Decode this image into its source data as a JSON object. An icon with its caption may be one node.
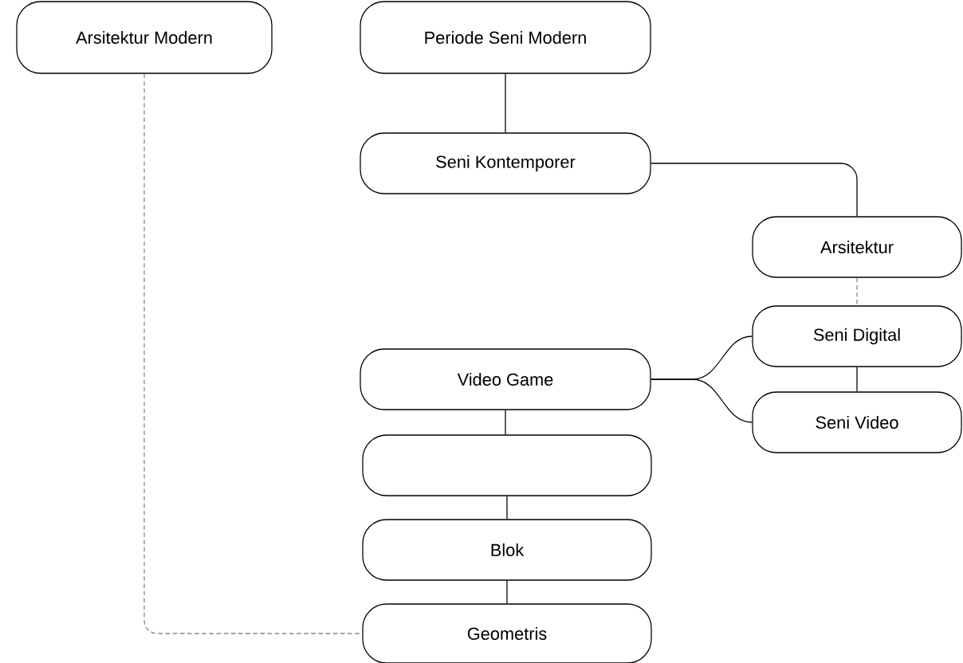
{
  "diagram": {
    "nodes": [
      {
        "text": [
          "Arsitektur Modern"
        ]
      },
      {
        "text": [
          "Periode Seni Modern"
        ]
      },
      {
        "text": [
          "Seni Kontemporer"
        ]
      },
      {
        "text": [
          "Arsitektur"
        ]
      },
      {
        "text": [
          "Seni Digital"
        ]
      },
      {
        "text": [
          "Video Game"
        ]
      },
      {
        "text": [
          "Seni Video"
        ]
      },
      {
        "text": [],
        "shape": "box"
      },
      {
        "text": [
          "Blok"
        ]
      },
      {
        "text": [
          "Geometris"
        ]
      }
    ],
    "edges": [
      {
        "from": 1,
        "to": 2,
        "arrow": "none"
      },
      {
        "from": 2,
        "to": 3,
        "arrow": "none"
      },
      {
        "from": 3,
        "to": 4,
        "arrow": "none",
        "style": "dashed",
        "color": "#888888"
      },
      {
        "from": 5,
        "to": 4,
        "arrow": "none"
      },
      {
        "from": 5,
        "to": 6,
        "arrow": "none"
      },
      {
        "from": 4,
        "to": 6,
        "arrow": "none"
      },
      {
        "from": 5,
        "to": 7,
        "arrow": "none"
      },
      {
        "from": 7,
        "to": 8,
        "arrow": "none"
      },
      {
        "from": 8,
        "to": 9,
        "arrow": "none"
      },
      {
        "from": 0,
        "to": 9,
        "arrow": "none",
        "style": "dashed",
        "color": "#888888"
      }
    ]
  }
}
